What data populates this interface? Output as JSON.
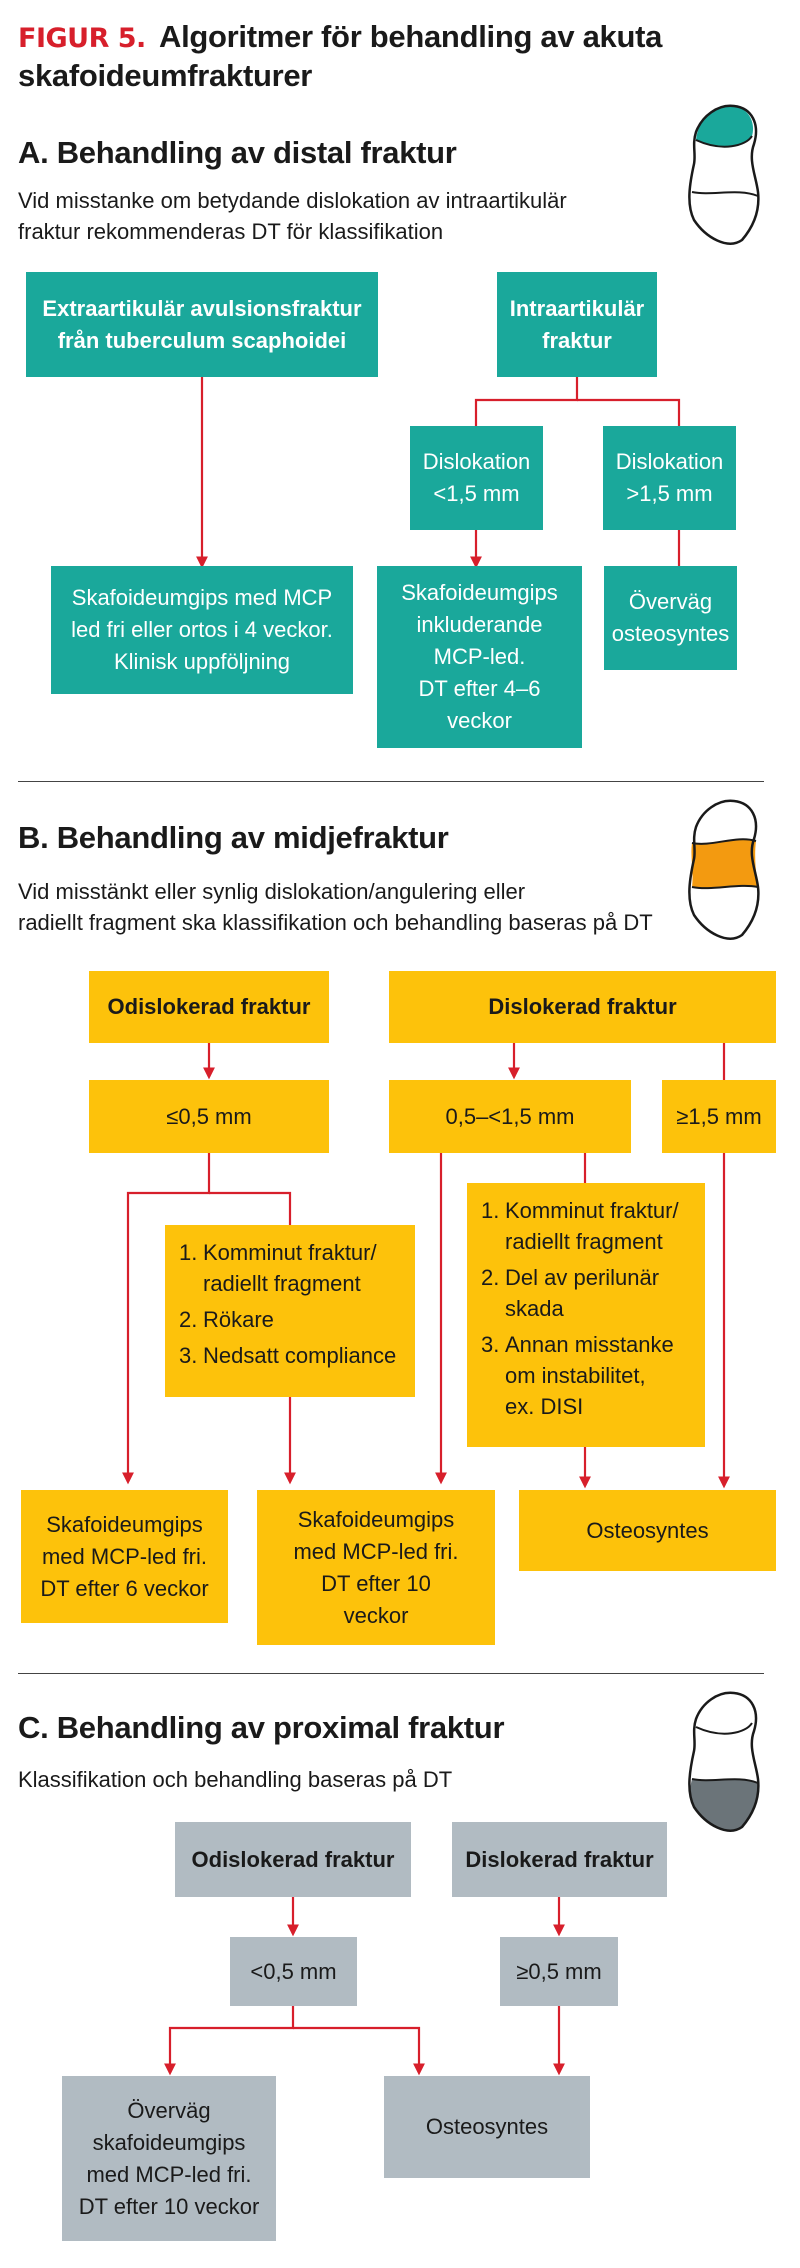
{
  "figure": {
    "tag": "FIGUR 5.",
    "title": "Algoritmer för behandling av akuta skafoideumfrakturer"
  },
  "sections": {
    "a": {
      "title": "A. Behandling av distal fraktur",
      "desc": "Vid misstanke om betydande dislokation av intraartikulär\nfraktur rekommenderas DT för klassifikation",
      "box_extra": "Extraartikulär avulsionsfraktur\nfrån tuberculum scaphoidei",
      "box_intra": "Intraartikulär\nfraktur",
      "box_disl_lt": "Dislokation\n<1,5 mm",
      "box_disl_gt": "Dislokation\n>1,5 mm",
      "box_gips_mcp": "Skafoideumgips med MCP\nled fri eller ortos i 4 veckor.\nKlinisk uppföljning",
      "box_gips_incl": "Skafoideumgips\ninkluderande\nMCP-led.\nDT efter 4–6\nveckor",
      "box_overvag": "Överväg\nosteosyntes"
    },
    "b": {
      "title": "B. Behandling av midjefraktur",
      "desc": "Vid misstänkt eller synlig dislokation/angulering eller\nradiellt fragment ska klassifikation och behandling baseras på DT",
      "box_odis": "Odislokerad fraktur",
      "box_dis": "Dislokerad fraktur",
      "box_le05": "≤0,5 mm",
      "box_05_15": "0,5–<1,5 mm",
      "box_ge15": "≥1,5 mm",
      "list_left": [
        {
          "num": "1.",
          "text": "Komminut fraktur/\nradiellt fragment"
        },
        {
          "num": "2.",
          "text": "Rökare"
        },
        {
          "num": "3.",
          "text": "Nedsatt compliance"
        }
      ],
      "list_right": [
        {
          "num": "1.",
          "text": "Komminut fraktur/\nradiellt fragment"
        },
        {
          "num": "2.",
          "text": "Del av perilunär\nskada"
        },
        {
          "num": "3.",
          "text": "Annan misstanke\nom instabilitet,\nex. DISI"
        }
      ],
      "box_gips6": "Skafoideumgips\nmed MCP-led fri.\nDT efter 6 veckor",
      "box_gips10": "Skafoideumgips\nmed MCP-led fri.\nDT efter 10\nveckor",
      "box_osteo": "Osteosyntes"
    },
    "c": {
      "title": "C. Behandling av proximal fraktur",
      "desc": "Klassifikation och behandling baseras på DT",
      "box_odis": "Odislokerad fraktur",
      "box_dis": "Dislokerad fraktur",
      "box_lt05": "<0,5 mm",
      "box_ge05": "≥0,5 mm",
      "box_overvag": "Överväg\nskafoideumgips\nmed MCP-led fri.\nDT efter 10 veckor",
      "box_osteo": "Osteosyntes"
    }
  },
  "colors": {
    "accent_red": "#d71f2b",
    "teal": "#1aa89b",
    "yellow": "#fdc20b",
    "grey": "#b1bbc2",
    "highlight_orange": "#f39a10",
    "highlight_dark_grey": "#6b7479"
  },
  "icons": [
    "scaphoid-distal-highlight-icon",
    "scaphoid-waist-highlight-icon",
    "scaphoid-proximal-highlight-icon"
  ]
}
